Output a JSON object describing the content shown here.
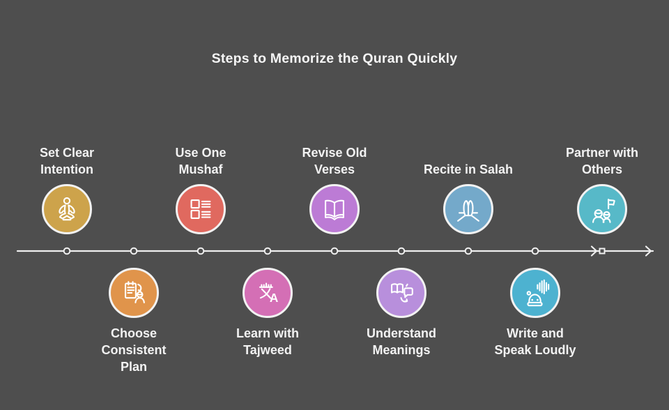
{
  "title": "Steps to Memorize the Quran Quickly",
  "colors": {
    "background": "#4e4e4e",
    "line": "#efefef",
    "text": "#f2f2f2"
  },
  "steps": [
    {
      "label": "Set Clear\nIntention",
      "icon": "meditation-icon",
      "color": "#cda34b",
      "row": "top"
    },
    {
      "label": "Choose\nConsistent\nPlan",
      "icon": "plan-checklist-icon",
      "color": "#e0944b",
      "row": "bottom"
    },
    {
      "label": "Use One\nMushaf",
      "icon": "mushaf-pages-icon",
      "color": "#e0695f",
      "row": "top"
    },
    {
      "label": "Learn with\nTajweed",
      "icon": "translate-icon",
      "color": "#d46fb5",
      "row": "bottom"
    },
    {
      "label": "Revise Old\nVerses",
      "icon": "open-book-icon",
      "color": "#bc7bd5",
      "row": "top"
    },
    {
      "label": "Understand\nMeanings",
      "icon": "book-meaning-icon",
      "color": "#b88fdc",
      "row": "bottom"
    },
    {
      "label": "Recite in Salah",
      "icon": "praying-hands-icon",
      "color": "#74a9ca",
      "row": "top"
    },
    {
      "label": "Write and\nSpeak Loudly",
      "icon": "speak-loudly-icon",
      "color": "#4db2d0",
      "row": "bottom"
    },
    {
      "label": "Partner with\nOthers",
      "icon": "partners-flag-icon",
      "color": "#57b9c8",
      "row": "top"
    }
  ]
}
